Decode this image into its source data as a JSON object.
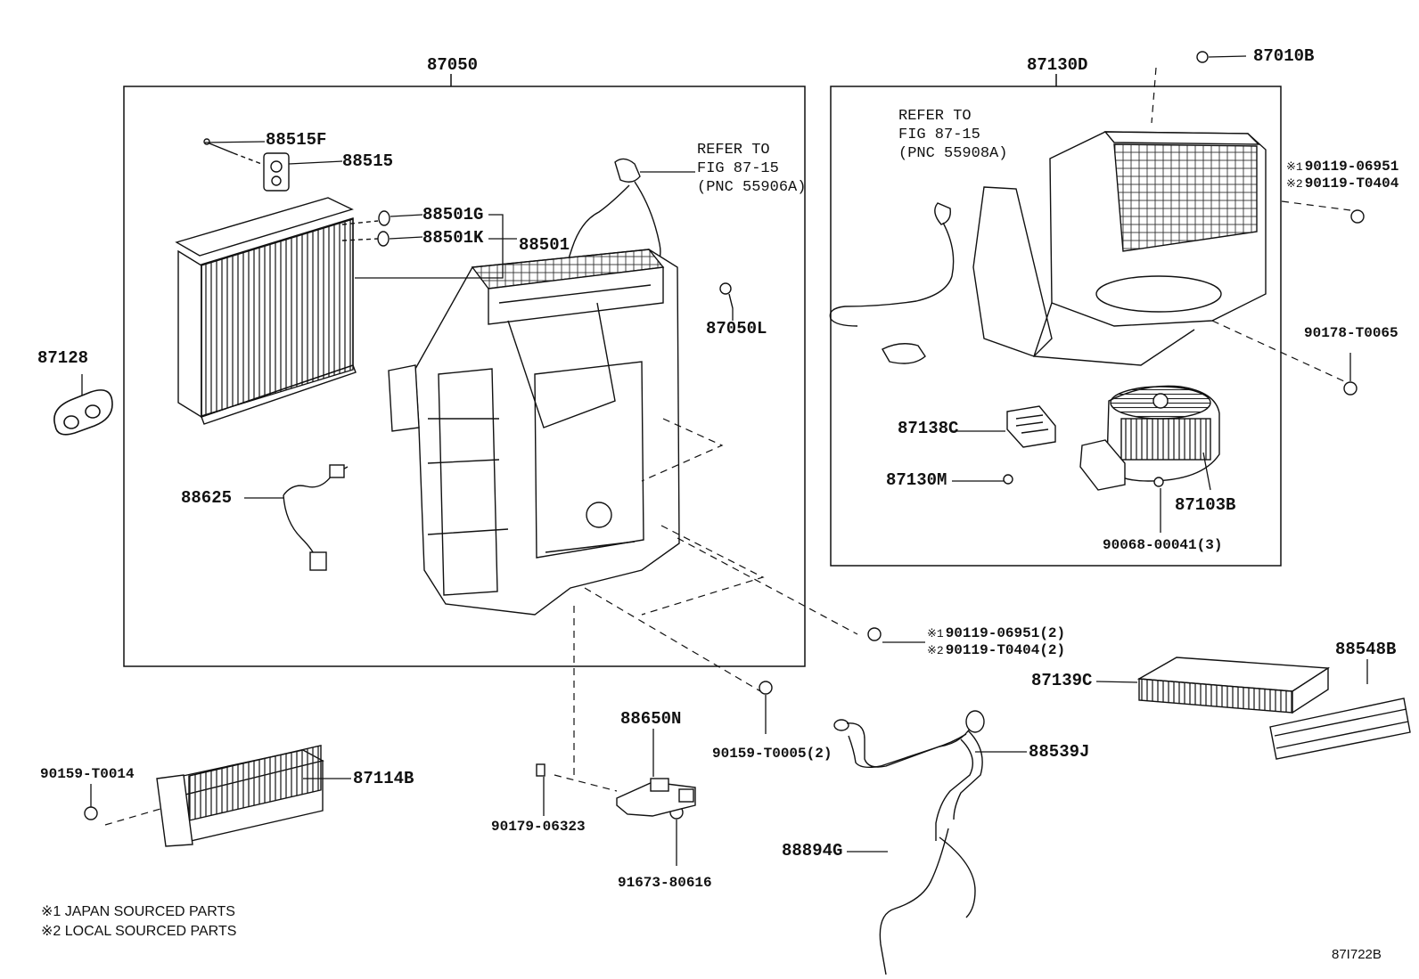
{
  "diagram": {
    "figure_code": "87I722B",
    "groups": {
      "heater_unit": "87050",
      "blower_unit": "87130D"
    },
    "part_numbers": {
      "p88515F": "88515F",
      "p88515": "88515",
      "p88501G": "88501G",
      "p88501K": "88501K",
      "p88501": "88501",
      "p87128": "87128",
      "p87050L": "87050L",
      "p88625": "88625",
      "p87010B": "87010B",
      "p90178_T0065": "90178-T0065",
      "p87138C": "87138C",
      "p87130M": "87130M",
      "p87103B": "87103B",
      "p90068_00041": "90068-00041(3)",
      "p88548B": "88548B",
      "p87139C": "87139C",
      "p88650N": "88650N",
      "p90159_T0005": "90159-T0005(2)",
      "p88539J": "88539J",
      "p90159_T0014": "90159-T0014",
      "p87114B": "87114B",
      "p90179_06323": "90179-06323",
      "p91673_80616": "91673-80616",
      "p88894G": "88894G"
    },
    "alternates": {
      "blower_bolt": {
        "mark1": "※1",
        "part1": "90119-06951",
        "mark2": "※2",
        "part2": "90119-T0404"
      },
      "unit_bolt": {
        "mark1": "※1",
        "part1": "90119-06951(2)",
        "mark2": "※2",
        "part2": "90119-T0404(2)"
      }
    },
    "references": {
      "harness_heater": "REFER TO\nFIG 87-15\n(PNC 55906A)",
      "harness_blower": "REFER TO\nFIG 87-15\n(PNC 55908A)"
    },
    "notes": {
      "note1": "※1 JAPAN SOURCED PARTS",
      "note2": "※2 LOCAL SOURCED PARTS"
    }
  }
}
